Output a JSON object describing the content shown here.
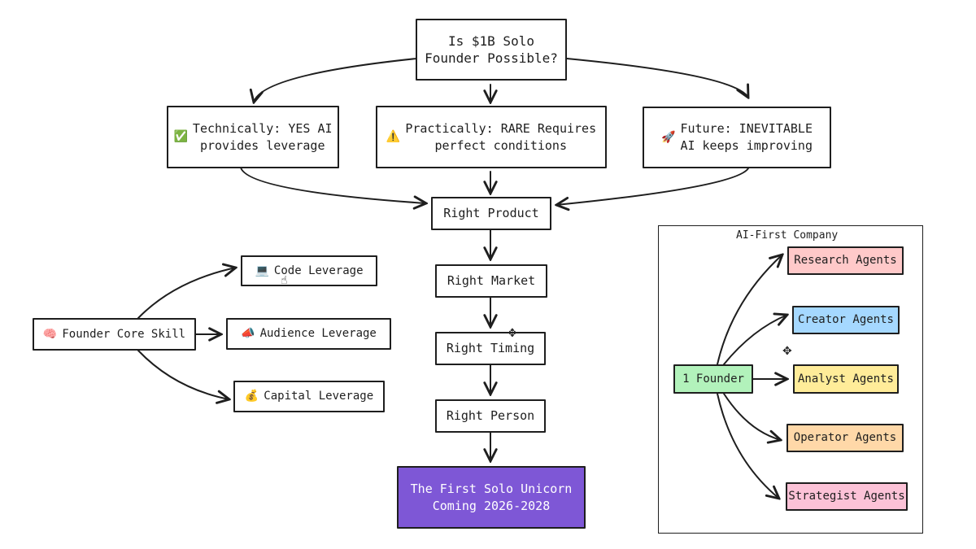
{
  "diagram": {
    "question": "Is $1B Solo\nFounder Possible?",
    "branches": [
      {
        "icon": "✅",
        "icon_name": "check-icon",
        "text": "Technically: YES AI\nprovides leverage"
      },
      {
        "icon": "⚠️",
        "icon_name": "warning-icon",
        "text": "Practically: RARE Requires\nperfect conditions"
      },
      {
        "icon": "🚀",
        "icon_name": "rocket-icon",
        "text": "Future: INEVITABLE\nAI keeps improving"
      }
    ],
    "steps": [
      "Right Product",
      "Right Market",
      "Right Timing",
      "Right Person"
    ],
    "outcome": "The First Solo Unicorn\nComing 2026-2028",
    "skill": {
      "icon": "🧠",
      "icon_name": "brain-icon",
      "text": "Founder Core Skill"
    },
    "leverage": [
      {
        "icon": "💻",
        "icon_name": "laptop-icon",
        "text": "Code Leverage"
      },
      {
        "icon": "📣",
        "icon_name": "megaphone-icon",
        "text": "Audience Leverage"
      },
      {
        "icon": "💰",
        "icon_name": "money-bag-icon",
        "text": "Capital Leverage"
      }
    ],
    "company": {
      "title": "AI-First Company",
      "founder": "1 Founder",
      "agents": [
        {
          "text": "Research Agents",
          "color": "#ffc9c9"
        },
        {
          "text": "Creator Agents",
          "color": "#a5d8ff"
        },
        {
          "text": "Analyst Agents",
          "color": "#ffec99"
        },
        {
          "text": "Operator Agents",
          "color": "#ffd8a8"
        },
        {
          "text": "Strategist Agents",
          "color": "#fcc2d7"
        }
      ]
    },
    "colors": {
      "outcome_fill": "#7e57d6",
      "founder_fill": "#b2f2bb",
      "stroke": "#1e1e1e"
    }
  }
}
